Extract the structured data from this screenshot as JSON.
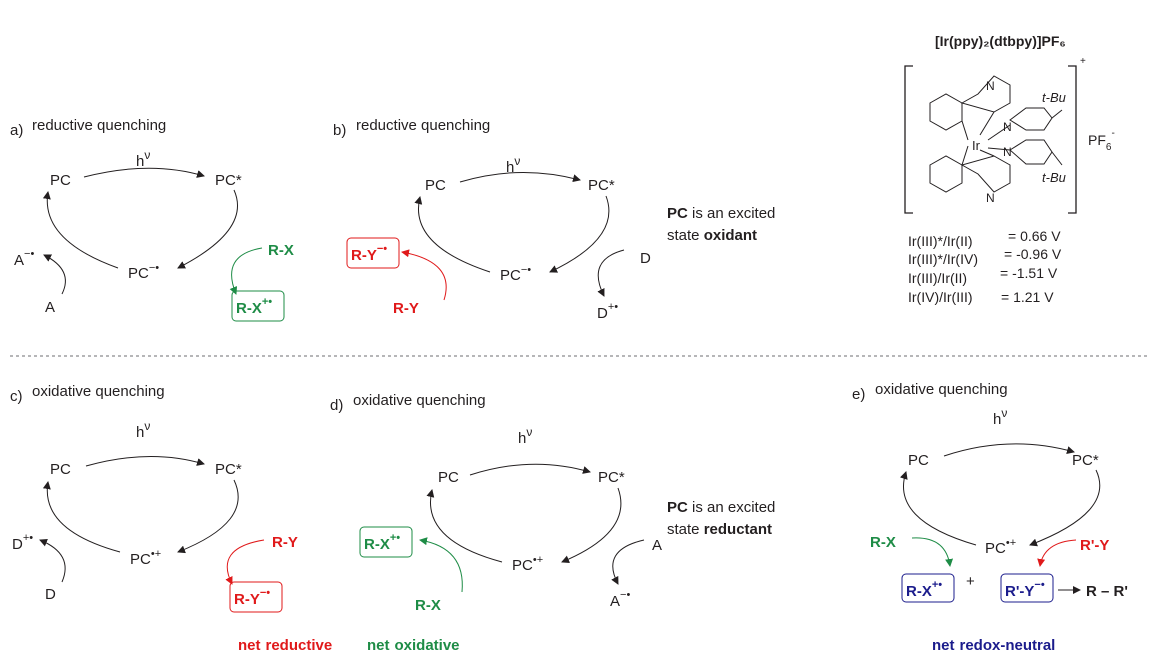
{
  "colors": {
    "green": "#1e8c46",
    "red": "#e0191a",
    "blue": "#1b1c8c",
    "black": "#231f20"
  },
  "catalyst": {
    "formula": "[Ir(ppy)₂(dtbpy)]PF₆",
    "charge": "+",
    "ir": "Ir",
    "n": "N",
    "tbu": "t-Bu",
    "counterion": "PF",
    "counterion_sub": "6",
    "counterion_sup": "-",
    "potentials": [
      {
        "couple": "Ir(III)*/Ir(II)",
        "value": "= 0.66 V"
      },
      {
        "couple": "Ir(III)*/Ir(IV)",
        "value": "= -0.96 V"
      },
      {
        "couple": "Ir(III)/Ir(II)",
        "value": "= -1.51 V"
      },
      {
        "couple": "Ir(IV)/Ir(III)",
        "value": "= 1.21 V"
      }
    ]
  },
  "notes": {
    "oxidant_pre": "PC",
    "oxidant_mid": " is an excited",
    "oxidant_line2": "state ",
    "oxidant_bold": "oxidant",
    "reductant_pre": "PC",
    "reductant_mid": " is an excited",
    "reductant_line2": "state ",
    "reductant_bold": "reductant"
  },
  "panels": {
    "a": {
      "letter": "a)",
      "label": "reductive quenching",
      "hv": "h",
      "nu": "ν",
      "pc": "PC",
      "pcstar": "PC*",
      "pcred": "PC",
      "pcred_sup": "−•",
      "donor": "A",
      "donor_ox": "A",
      "donor_ox_sup": "−•",
      "sub": "R-X",
      "product": "R-X",
      "product_sup": "+•"
    },
    "b": {
      "letter": "b)",
      "label": "reductive quenching",
      "hv": "h",
      "nu": "ν",
      "pc": "PC",
      "pcstar": "PC*",
      "pcred": "PC",
      "pcred_sup": "−•",
      "donor": "D",
      "donor_ox": "D",
      "donor_ox_sup": "+•",
      "sub": "R-Y",
      "product": "R-Y",
      "product_sup": "−•"
    },
    "c": {
      "letter": "c)",
      "label": "oxidative quenching",
      "hv": "h",
      "nu": "ν",
      "pc": "PC",
      "pcstar": "PC*",
      "pcox": "PC",
      "pcox_sup": "•+",
      "donor": "D",
      "donor_ox": "D",
      "donor_ox_sup": "+•",
      "sub": "R-Y",
      "product": "R-Y",
      "product_sup": "−•",
      "net1": "net",
      "net2": "reductive"
    },
    "d": {
      "letter": "d)",
      "label": "oxidative quenching",
      "hv": "h",
      "nu": "ν",
      "pc": "PC",
      "pcstar": "PC*",
      "pcox": "PC",
      "pcox_sup": "•+",
      "acceptor": "A",
      "acceptor_red": "A",
      "acceptor_red_sup": "−•",
      "sub": "R-X",
      "product": "R-X",
      "product_sup": "+•",
      "net1": "net",
      "net2": "oxidative"
    },
    "e": {
      "letter": "e)",
      "label": "oxidative quenching",
      "hv": "h",
      "nu": "ν",
      "pc": "PC",
      "pcstar": "PC*",
      "pcox": "PC",
      "pcox_sup": "•+",
      "sub1": "R-X",
      "sub2": "R'-Y",
      "product1": "R-X",
      "product1_sup": "+•",
      "plus": "+",
      "product2": "R'-Y",
      "product2_sup": "−•",
      "final": "R – R'",
      "net1": "net",
      "net2": "redox-neutral"
    }
  }
}
